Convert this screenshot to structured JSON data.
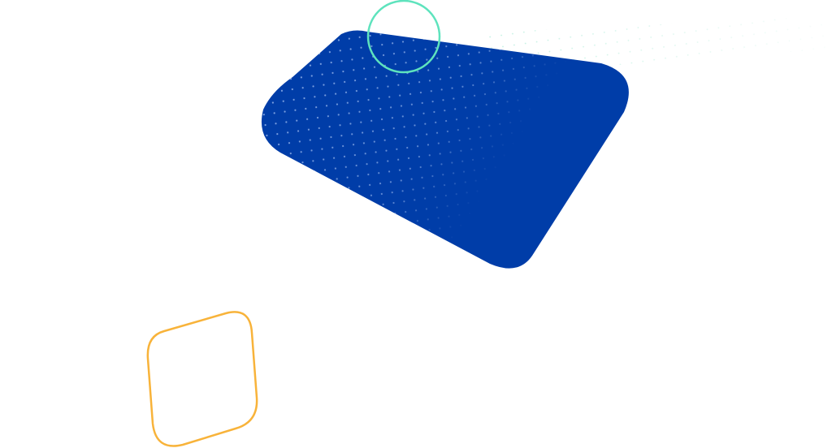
{
  "colors": {
    "blue_shape": "#003da8",
    "dot_pattern": "#8fb0e6",
    "teal_circle": "#5ee3bd",
    "orange_outline": "#f8b33a",
    "background": "#ffffff",
    "faint_dots": "#bff0e2"
  },
  "shapes": [
    "rounded-blue-quadrilateral",
    "teal-circle-outline",
    "orange-rounded-square-outline",
    "dot-grid-pattern"
  ]
}
